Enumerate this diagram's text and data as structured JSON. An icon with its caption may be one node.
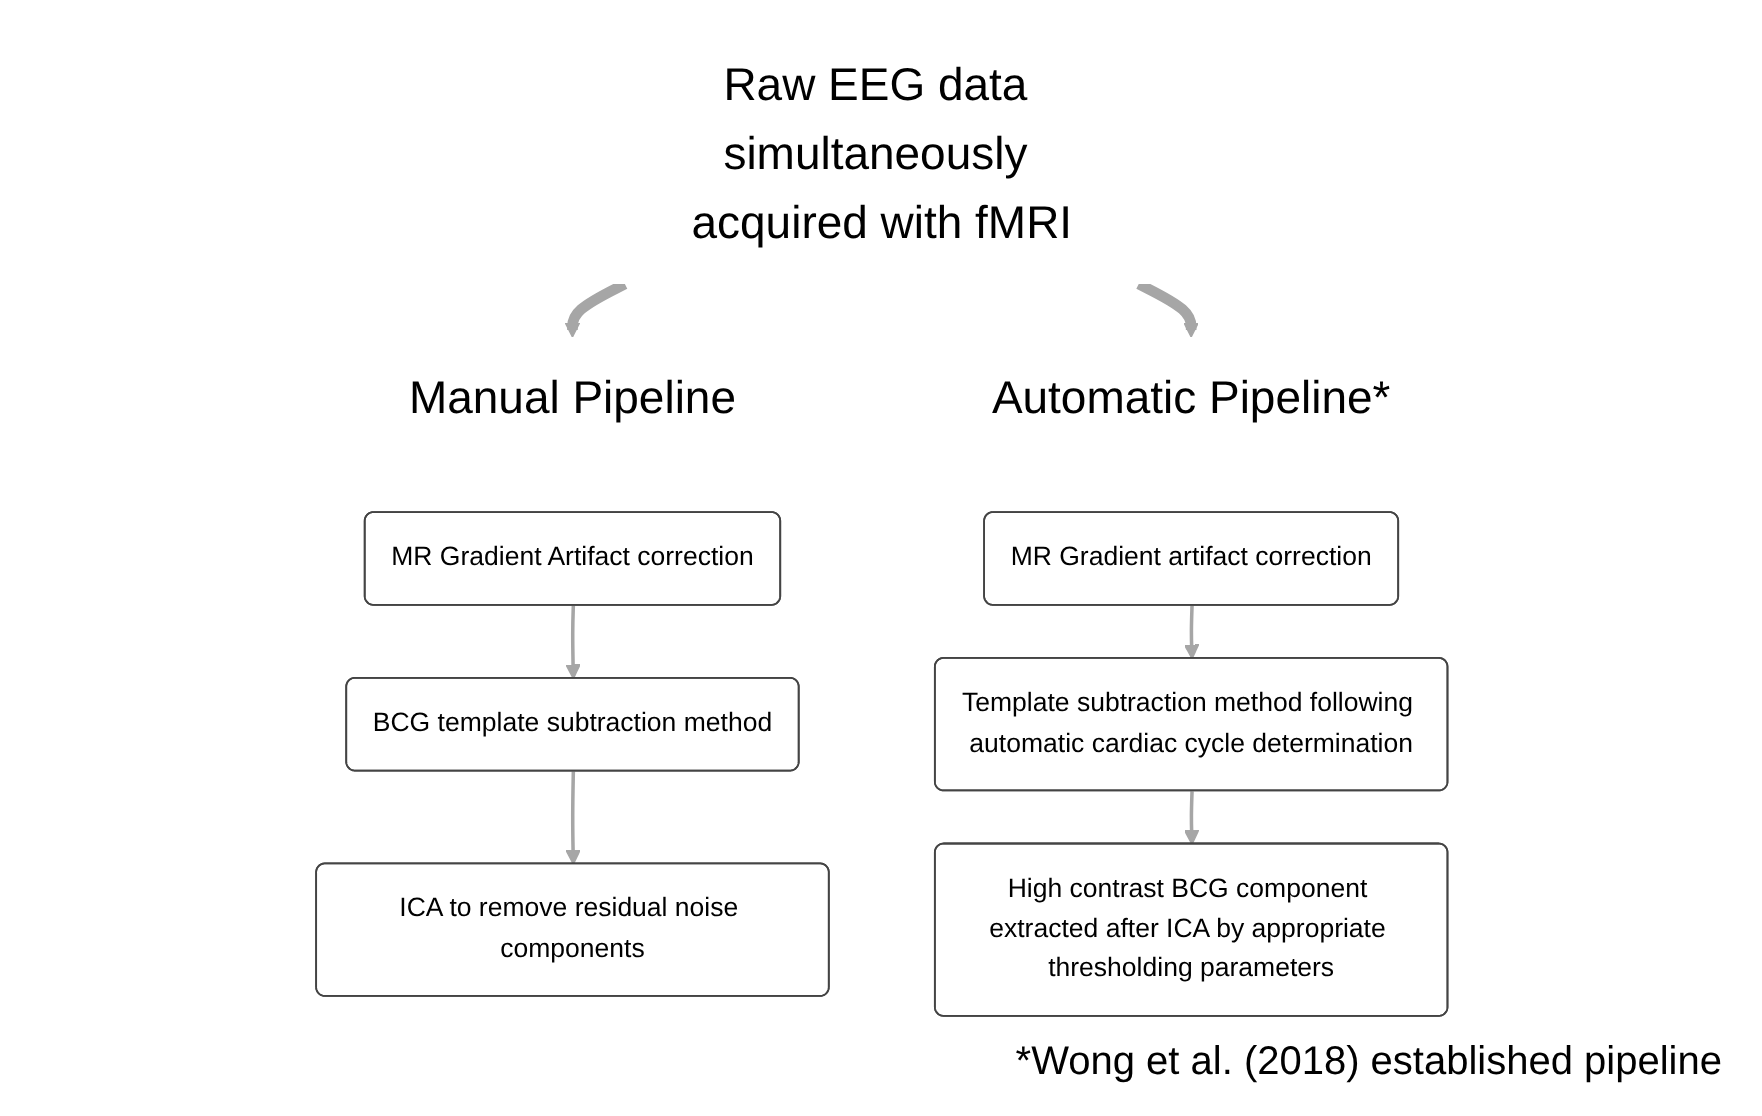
{
  "diagram": {
    "nodes": [
      {
        "text": [
          "Raw EEG data simultaneously acquired with fMRI"
        ]
      },
      {
        "text": [
          "Manual Pipeline"
        ]
      },
      {
        "text": [
          "MR Gradient Artifact correction"
        ]
      },
      {
        "text": [
          "BCG template subtraction method"
        ]
      },
      {
        "text": [
          "ICA to remove residual noise components"
        ]
      },
      {
        "text": [
          "Automatic Pipeline*"
        ]
      },
      {
        "text": [
          "MR Gradient artifact correction"
        ]
      },
      {
        "text": [
          "Template subtraction method following automatic cardiac cycle determination"
        ]
      },
      {
        "text": [
          "High contrast BCG component extracted after ICA by appropriate thresholding parameters"
        ]
      }
    ],
    "edges": [
      {
        "from": 0,
        "to": 1,
        "arrow": "to",
        "style": "thick"
      },
      {
        "from": 0,
        "to": 5,
        "arrow": "to",
        "style": "thick"
      },
      {
        "from": 2,
        "to": 3,
        "arrow": "to"
      },
      {
        "from": 3,
        "to": 4,
        "arrow": "to"
      },
      {
        "from": 6,
        "to": 7,
        "arrow": "to"
      },
      {
        "from": 7,
        "to": 8,
        "arrow": "to"
      }
    ],
    "labels": [
      "*Wong et al. (2018) established pipeline"
    ]
  }
}
